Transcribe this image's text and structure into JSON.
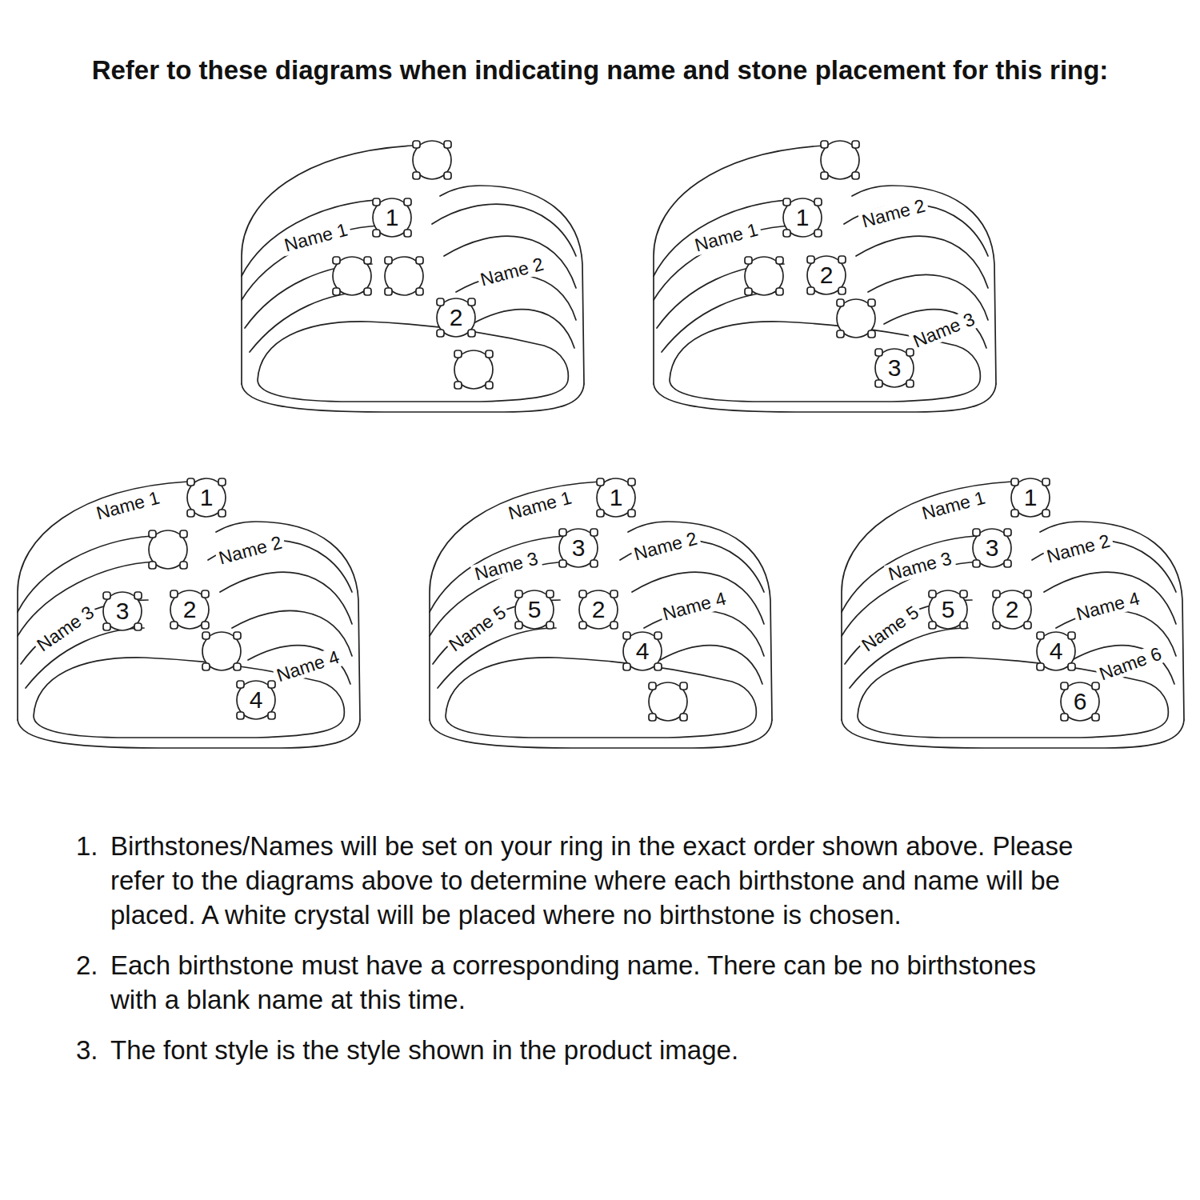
{
  "diagram": {
    "title": "Refer to these diagrams when indicating name and stone placement for this ring:",
    "labels": [
      "Name 1",
      "1",
      "Name 2",
      "2",
      "Name 1",
      "1",
      "Name 2",
      "2",
      "Name 3",
      "3",
      "Name 1",
      "1",
      "Name 2",
      "Name 3",
      "3",
      "2",
      "Name 4",
      "4",
      "Name 1",
      "1",
      "Name 3",
      "3",
      "Name 2",
      "Name 5",
      "5",
      "2",
      "Name 4",
      "4",
      "Name 1",
      "1",
      "Name 3",
      "3",
      "Name 2",
      "Name 5",
      "5",
      "2",
      "Name 4",
      "4",
      "Name 6",
      "6",
      "1.",
      "Birthstones/Names will be set on your ring in the exact order shown above. Please refer to the diagrams above to determine where each birthstone and name will be placed. A white crystal will be placed where no birthstone is chosen.",
      "2.",
      "Each birthstone must have a corresponding name. There can be no birthstones with a blank name at this time.",
      "3.",
      "The font style is the style shown in the product image."
    ]
  }
}
